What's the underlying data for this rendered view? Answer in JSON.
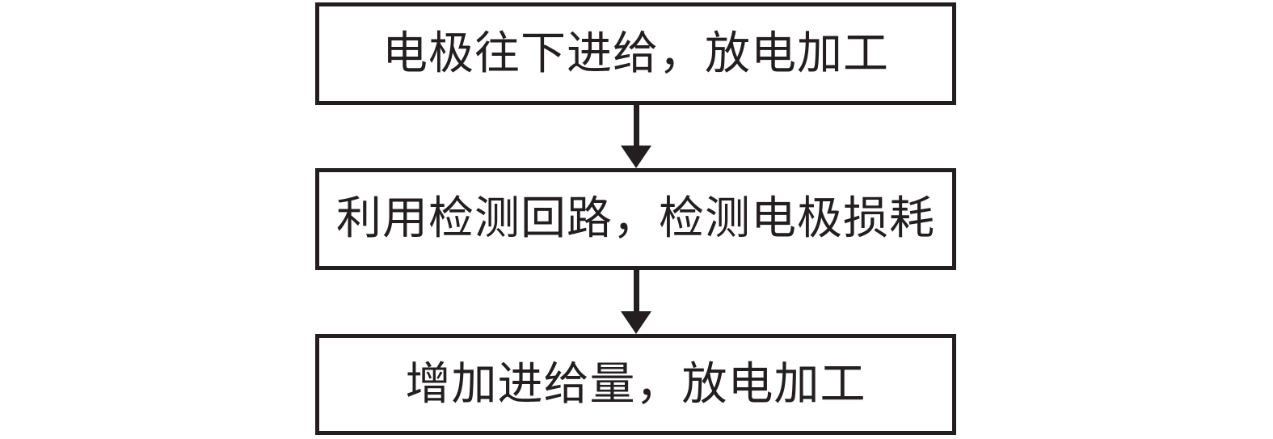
{
  "diagram": {
    "type": "flowchart",
    "direction": "top-down",
    "title": "",
    "nodes": [
      {
        "id": "step1",
        "label": "电极往下进给，放电加工"
      },
      {
        "id": "step2",
        "label": "利用检测回路，检测电极损耗"
      },
      {
        "id": "step3",
        "label": "增加进给量，放电加工"
      }
    ],
    "edges": [
      {
        "from": "step1",
        "to": "step2",
        "style": "solid-down-arrow"
      },
      {
        "from": "step2",
        "to": "step3",
        "style": "solid-down-arrow"
      }
    ],
    "colors": {
      "background": "#ffffff",
      "box_border": "#231f20",
      "text": "#231f20",
      "arrow": "#231f20"
    }
  }
}
